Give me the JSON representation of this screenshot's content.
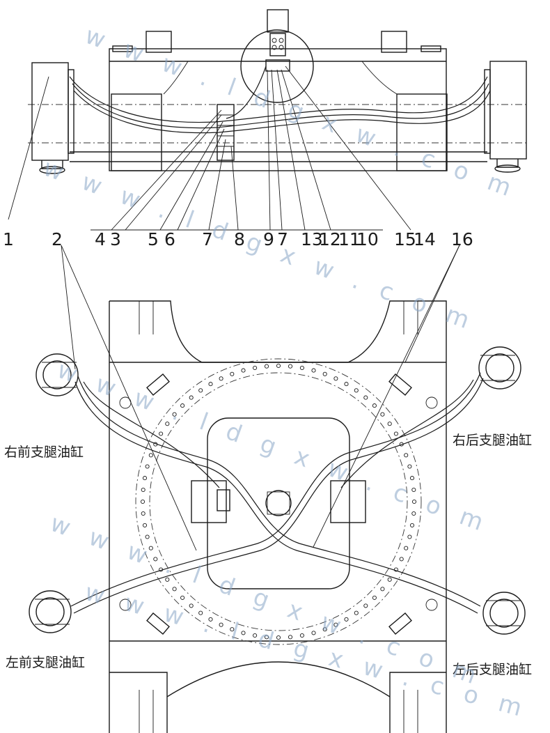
{
  "callouts": {
    "n1": "1",
    "n2": "2",
    "n4": "4",
    "n3": "3",
    "n5": "5",
    "n6": "6",
    "n7a": "7",
    "n8": "8",
    "n9": "9",
    "n7b": "7",
    "n13": "13",
    "n12": "12",
    "n11": "11",
    "n10": "10",
    "n15": "15",
    "n14": "14",
    "n16": "16"
  },
  "cylinders": {
    "right_front": "右前支腿油缸",
    "right_rear": "右后支腿油缸",
    "left_front": "左前支腿油缸",
    "left_rear": "左后支腿油缸"
  },
  "watermark": {
    "w1": "w w w . l d g x w . c o m",
    "w2": "w w w . l d g x w . c o m",
    "w3": "w w w . l d g x w . c o m",
    "w4": "w w w . l d g x w . c o m",
    "w5": "w w w . l d g x w . c o m"
  }
}
